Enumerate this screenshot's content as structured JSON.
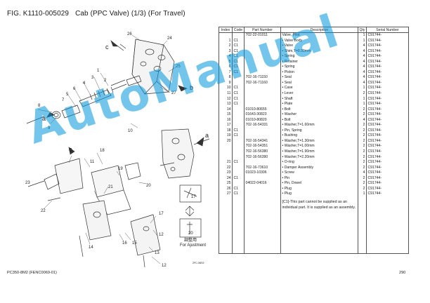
{
  "figure": {
    "code": "FIG. K1110-005029",
    "title": "Cab (PPC Valve) (1/3) (For Travel)"
  },
  "table": {
    "headers": [
      "Index",
      "Code",
      "Part Number",
      "Description",
      "Qty",
      "Serial Number"
    ],
    "rows": [
      {
        "idx": "",
        "code": "",
        "pn": "702-22-01011",
        "desc": "Valve, Pilot",
        "qty": "1",
        "serial": "C91744-"
      },
      {
        "idx": "1",
        "code": "C1",
        "pn": "",
        "desc": "• Valve Body",
        "qty": "1",
        "serial": "C91744-"
      },
      {
        "idx": "2",
        "code": "C1",
        "pn": "",
        "desc": "• Valve",
        "qty": "4",
        "serial": "C91744-"
      },
      {
        "idx": "3",
        "code": "C1",
        "pn": "",
        "desc": "• Shim,T=0.30mm",
        "qty": "4",
        "serial": "C91744-"
      },
      {
        "idx": "4",
        "code": "C1",
        "pn": "",
        "desc": "• Spring",
        "qty": "4",
        "serial": "C91744-"
      },
      {
        "idx": "5",
        "code": "C1",
        "pn": "",
        "desc": "• Retainer",
        "qty": "4",
        "serial": "C91744-"
      },
      {
        "idx": "6",
        "code": "C1",
        "pn": "",
        "desc": "• Spring",
        "qty": "4",
        "serial": "C91744-"
      },
      {
        "idx": "7",
        "code": "C1",
        "pn": "",
        "desc": "• Piston",
        "qty": "4",
        "serial": "C91744-"
      },
      {
        "idx": "8",
        "code": "",
        "pn": "702-16-71150",
        "desc": "• Seal",
        "qty": "4",
        "serial": "C91744-"
      },
      {
        "idx": "9",
        "code": "",
        "pn": "702-16-71160",
        "desc": "• Seal",
        "qty": "4",
        "serial": "C91744-"
      },
      {
        "idx": "10",
        "code": "C1",
        "pn": "",
        "desc": "• Case",
        "qty": "1",
        "serial": "C91744-"
      },
      {
        "idx": "11",
        "code": "C1",
        "pn": "",
        "desc": "• Lever",
        "qty": "2",
        "serial": "C91744-"
      },
      {
        "idx": "12",
        "code": "C1",
        "pn": "",
        "desc": "• Shaft",
        "qty": "1",
        "serial": "C91744-"
      },
      {
        "idx": "13",
        "code": "C1",
        "pn": "",
        "desc": "• Plate",
        "qty": "1",
        "serial": "C91744-"
      },
      {
        "idx": "14",
        "code": "",
        "pn": "01010-80655",
        "desc": "• Bolt",
        "qty": "2",
        "serial": "C91744-"
      },
      {
        "idx": "15",
        "code": "",
        "pn": "01643-30823",
        "desc": "• Washer",
        "qty": "2",
        "serial": "C91744-"
      },
      {
        "idx": "16",
        "code": "",
        "pn": "01010-80820",
        "desc": "• Bolt",
        "qty": "4",
        "serial": "C91744-"
      },
      {
        "idx": "17",
        "code": "",
        "pn": "702-16-54331",
        "desc": "• Washer,T=1.60mm",
        "qty": "2",
        "serial": "C91744-"
      },
      {
        "idx": "18",
        "code": "C1",
        "pn": "",
        "desc": "• Pin, Spring",
        "qty": "2",
        "serial": "C91744-"
      },
      {
        "idx": "19",
        "code": "C1",
        "pn": "",
        "desc": "• Bushing",
        "qty": "2",
        "serial": "C91744-"
      },
      {
        "idx": "20",
        "code": "",
        "pn": "702-16-54341",
        "desc": "• Washer,T=1.30mm",
        "qty": "2",
        "serial": "C91744-"
      },
      {
        "idx": "",
        "code": "",
        "pn": "702-16-54351",
        "desc": "• Washer,T=1.00mm",
        "qty": "2",
        "serial": "C91744-"
      },
      {
        "idx": "",
        "code": "",
        "pn": "702-16-56380",
        "desc": "• Washer,T=1.90mm",
        "qty": "2",
        "serial": "C91744-"
      },
      {
        "idx": "",
        "code": "",
        "pn": "702-16-56390",
        "desc": "• Washer,T=2.20mm",
        "qty": "2",
        "serial": "C91744-"
      },
      {
        "idx": "21",
        "code": "C1",
        "pn": "",
        "desc": "• O-ring",
        "qty": "2",
        "serial": "C91744-"
      },
      {
        "idx": "22",
        "code": "",
        "pn": "702-16-73610",
        "desc": "• Damper Assembly",
        "qty": "2",
        "serial": "C91744-"
      },
      {
        "idx": "23",
        "code": "",
        "pn": "01023-10306",
        "desc": "• Screw",
        "qty": "4",
        "serial": "C91744-"
      },
      {
        "idx": "24",
        "code": "C1",
        "pn": "",
        "desc": "• Pin",
        "qty": "2",
        "serial": "C91744-"
      },
      {
        "idx": "25",
        "code": "",
        "pn": "04022-04016",
        "desc": "• Pin, Dowel",
        "qty": "2",
        "serial": "C91744-"
      },
      {
        "idx": "26",
        "code": "C1",
        "pn": "",
        "desc": "• Plug",
        "qty": "2",
        "serial": "C91744-"
      },
      {
        "idx": "27",
        "code": "C1",
        "pn": "",
        "desc": "• Plug",
        "qty": "1",
        "serial": "C91744-"
      }
    ],
    "note": "[C1]-This part cannot be supplied as an individual part. It is supplied as an assembly."
  },
  "diagram": {
    "callouts": [
      "1",
      "2",
      "3",
      "4",
      "5",
      "6",
      "7",
      "8",
      "9",
      "10",
      "11",
      "12",
      "13",
      "14",
      "15",
      "16",
      "17",
      "18",
      "19",
      "20",
      "21",
      "22",
      "23",
      "24",
      "25",
      "26",
      "27"
    ],
    "port_labels": [
      "a",
      "b",
      "c"
    ],
    "adjust_label_jp": "調整用",
    "adjust_label_en": "For Ajustment",
    "image_code": "2FC-08/02"
  },
  "footer": {
    "model": "PC350-8M2 (FENC0069-01)",
    "page": "290"
  },
  "watermark": {
    "text": "AutoManual",
    "color": "#0096dc"
  }
}
